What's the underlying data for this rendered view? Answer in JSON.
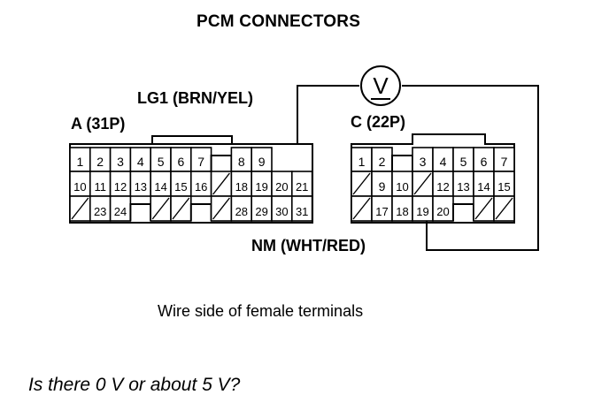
{
  "title": "PCM CONNECTORS",
  "wire_label_lg1": "LG1 (BRN/YEL)",
  "wire_label_nm": "NM (WHT/RED)",
  "connector_a": {
    "label": "A (31P)",
    "rows": [
      [
        "1",
        "2",
        "3",
        "4",
        "5",
        "6",
        "7",
        "",
        "8",
        "9"
      ],
      [
        "10",
        "11",
        "12",
        "13",
        "14",
        "15",
        "16",
        "/",
        "18",
        "19",
        "20",
        "21"
      ],
      [
        "/",
        "23",
        "24",
        "",
        "/",
        "/",
        "",
        "/",
        "28",
        "29",
        "30",
        "31"
      ]
    ]
  },
  "connector_c": {
    "label": "C (22P)",
    "rows": [
      [
        "1",
        "2",
        "",
        "3",
        "4",
        "5",
        "6",
        "7"
      ],
      [
        "/",
        "9",
        "10",
        "/",
        "12",
        "13",
        "14",
        "15"
      ],
      [
        "/",
        "17",
        "18",
        "19",
        "20",
        "",
        "/",
        "/"
      ]
    ]
  },
  "meter_symbol": "V",
  "caption": "Wire side of female terminals",
  "question": "Is there 0 V or about 5 V?"
}
